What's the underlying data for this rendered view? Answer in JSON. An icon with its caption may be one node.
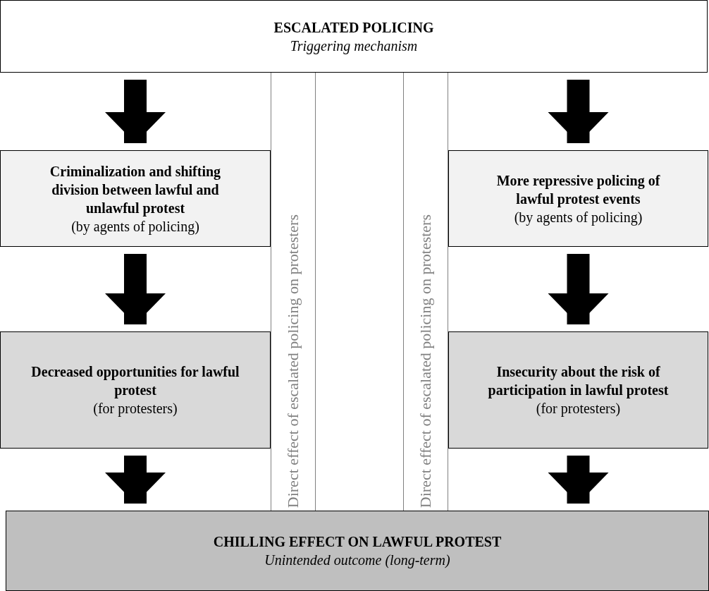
{
  "diagram": {
    "nodes": [
      {
        "text": [
          "ESCALATED POLICING",
          "Triggering mechanism"
        ]
      },
      {
        "text": [
          "Criminalization and shifting division between lawful and unlawful protest",
          "(by agents of policing)"
        ]
      },
      {
        "text": [
          "Direct effect of escalated policing on protesters"
        ]
      },
      {
        "text": [
          "Direct effect of escalated policing on protesters"
        ]
      },
      {
        "text": [
          "More repressive policing of lawful protest events",
          "(by agents of policing)"
        ]
      },
      {
        "text": [
          "Decreased opportunities for lawful protest",
          "(for protesters)"
        ]
      },
      {
        "text": [
          "Insecurity about the risk of participation in lawful protest",
          "(for protesters)"
        ]
      },
      {
        "text": [
          "CHILLING EFFECT ON LAWFUL PROTEST",
          "Unintended outcome (long-term)"
        ]
      }
    ],
    "edges": [
      {
        "from": 0,
        "to": 1,
        "arrow": "to"
      },
      {
        "from": 0,
        "to": 4,
        "arrow": "to"
      },
      {
        "from": 1,
        "to": 5,
        "arrow": "to"
      },
      {
        "from": 4,
        "to": 6,
        "arrow": "to"
      },
      {
        "from": 5,
        "to": 7,
        "arrow": "to"
      },
      {
        "from": 6,
        "to": 7,
        "arrow": "to"
      }
    ]
  }
}
